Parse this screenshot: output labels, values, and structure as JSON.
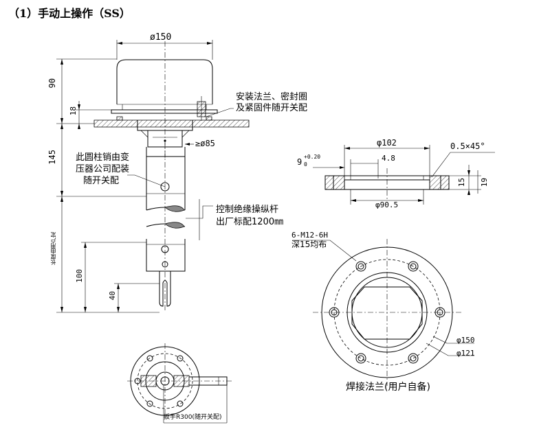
{
  "title": "（1）手动上操作（SS）",
  "left_view": {
    "dim_top_diameter": "ø150",
    "dim_height_90": "90",
    "dim_height_18": "18",
    "dim_height_145": "145",
    "dim_shaft_diameter": "≥ø85",
    "note_flange_line1": "安装法兰、密封圈",
    "note_flange_line2": "及紧固件随开关配",
    "note_pin_line1": "此圆柱销由变",
    "note_pin_line2": "压器公司配装",
    "note_pin_line3": "随开关配",
    "note_rod_line1": "控制绝缘操纵杆",
    "note_rod_line2": "出厂标配1200㎜",
    "dim_length_user": "长度由用户定",
    "dim_100": "100",
    "dim_40": "40"
  },
  "section_view": {
    "dim_102": "φ102",
    "dim_05x45": "0.5×45°",
    "dim_9_base": "9",
    "dim_9_upper": "+0.20",
    "dim_9_lower": "0",
    "dim_48": "4.8",
    "dim_15": "15",
    "dim_19": "19",
    "dim_905": "φ90.5"
  },
  "flange_view": {
    "note_thread_line1": "6-M12-6H",
    "note_thread_line2": "深15均布",
    "dim_150": "φ150",
    "dim_121": "φ121",
    "caption": "焊接法兰(用户自备)"
  },
  "handle_view": {
    "caption": "扳手R300(随开关配)"
  }
}
